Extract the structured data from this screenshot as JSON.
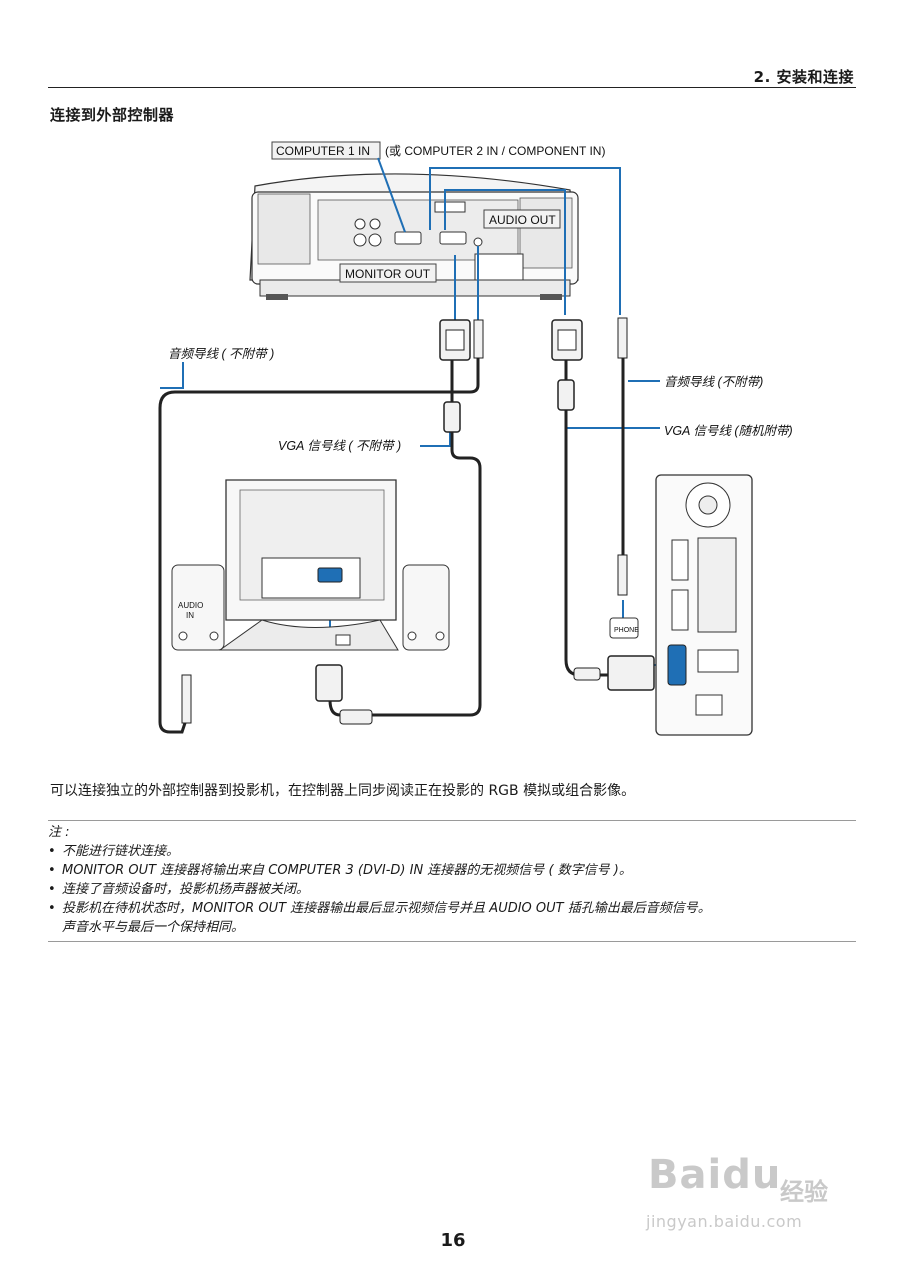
{
  "header": {
    "section_title": "2. 安装和连接"
  },
  "page_heading": "连接到外部控制器",
  "diagram": {
    "label_computer_in": "COMPUTER 1 IN",
    "label_computer_in_alt": "(或 COMPUTER 2 IN / COMPONENT IN)",
    "label_audio_out": "AUDIO OUT",
    "label_monitor_out": "MONITOR OUT",
    "label_audio_cable_left": "音频导线 ( 不附带 )",
    "label_vga_cable_left": "VGA 信号线 ( 不附带 )",
    "label_audio_cable_right": "音频导线 (不附带)",
    "label_vga_cable_right": "VGA 信号线 (随机附带)",
    "label_audio_in": "AUDIO",
    "label_audio_in_2": "IN",
    "label_phone": "PHONE",
    "colors": {
      "leader_line": "#1f6fb5",
      "cable": "#222222"
    }
  },
  "body_text": "可以连接独立的外部控制器到投影机，在控制器上同步阅读正在投影的 RGB 模拟或组合影像。",
  "notes": {
    "title": "注 :",
    "items": [
      "不能进行链状连接。",
      "MONITOR OUT 连接器将输出来自 COMPUTER 3 (DVI-D) IN 连接器的无视频信号 ( 数字信号 )。",
      "连接了音频设备时，投影机扬声器被关闭。",
      "投影机在待机状态时，MONITOR OUT 连接器输出最后显示视频信号并且 AUDIO OUT 插孔输出最后音频信号。"
    ],
    "item_4_continuation": "声音水平与最后一个保持相同。"
  },
  "page_number": "16",
  "watermark": {
    "brand": "Baidu",
    "brand_cn": "经验",
    "url": "jingyan.baidu.com"
  }
}
